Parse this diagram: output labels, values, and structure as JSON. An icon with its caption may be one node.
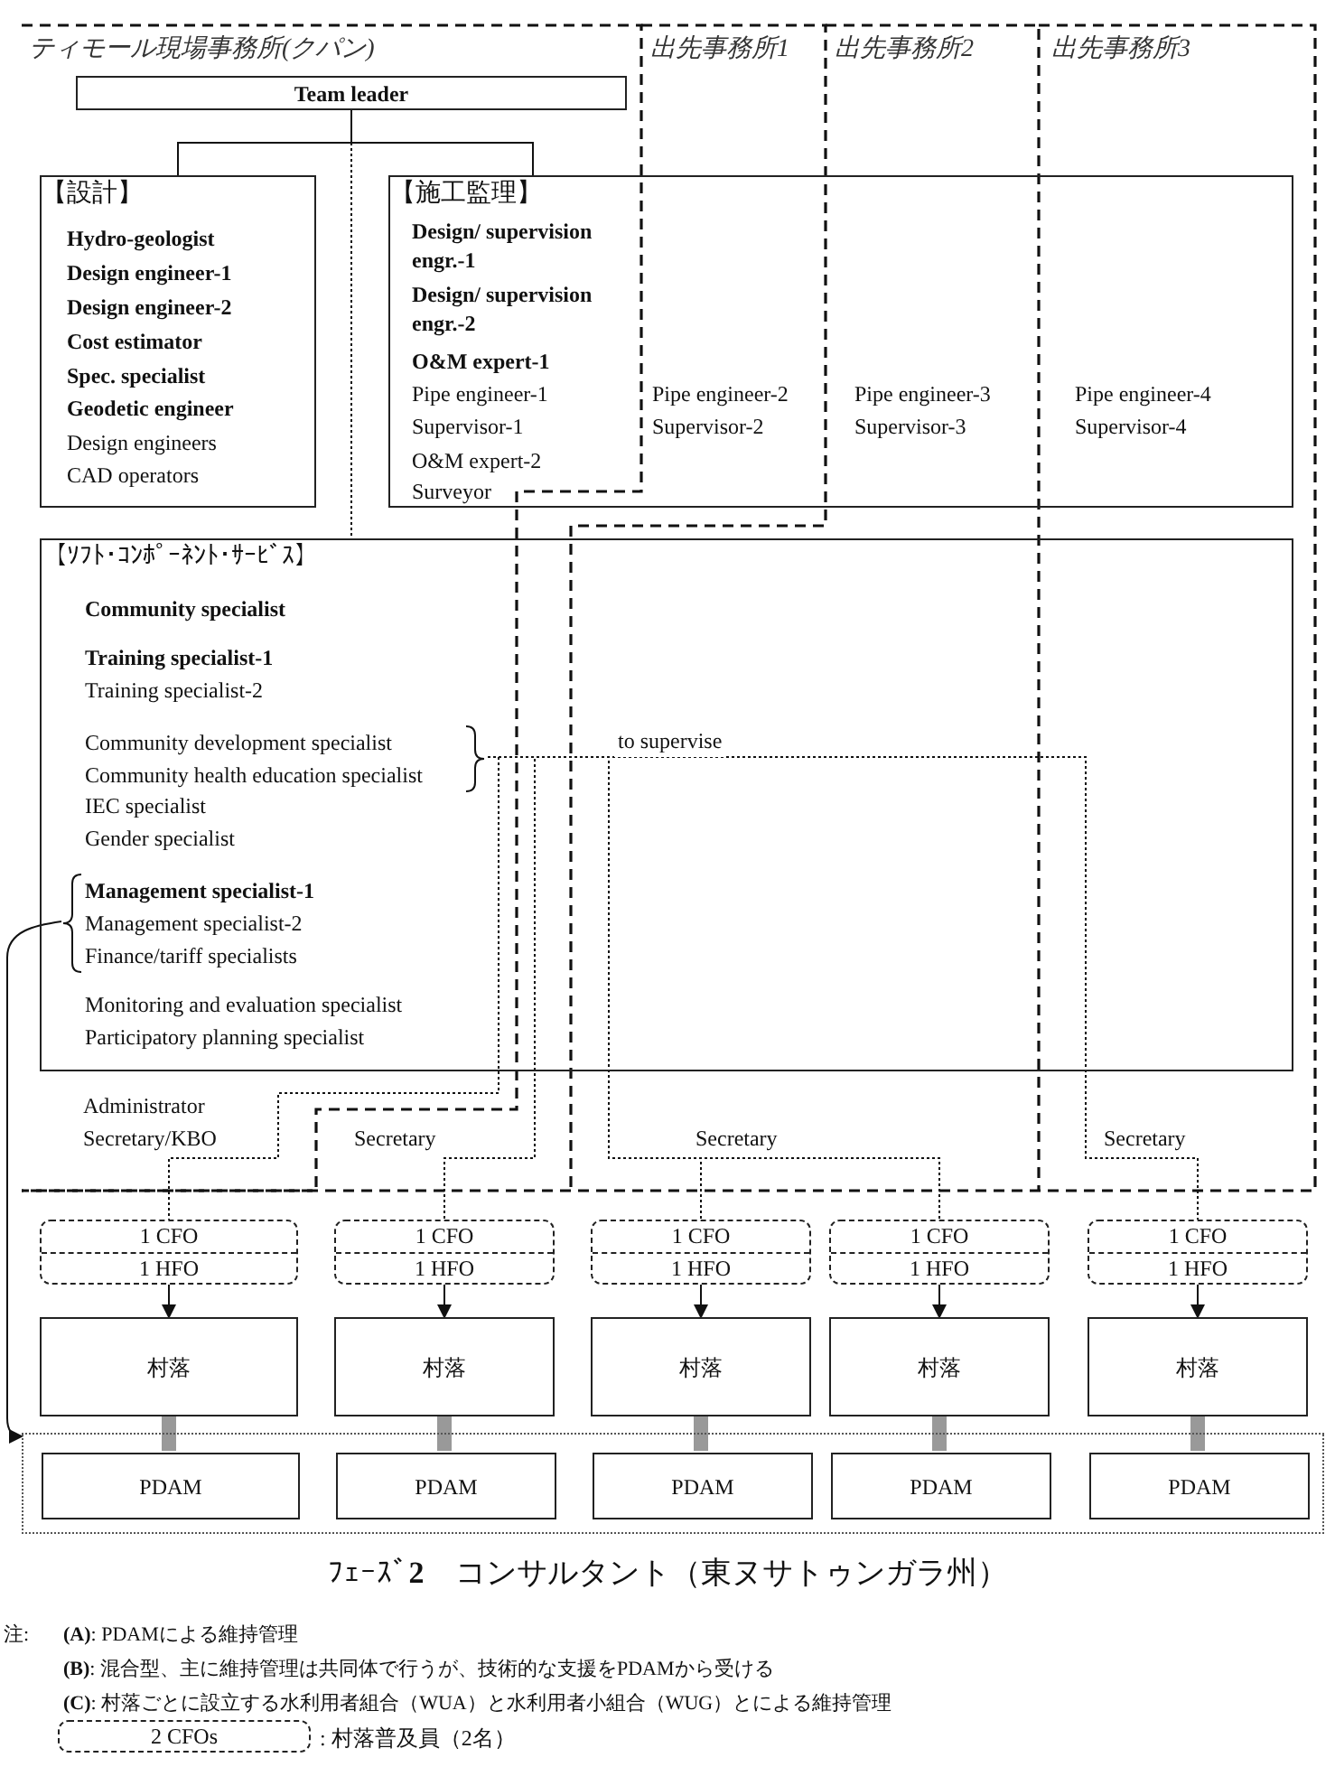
{
  "diagram": {
    "title": "ﾌｪｰｽﾞ**2**　コンサルタント（東ヌサトゥンガラ州）",
    "nodes": [
      {
        "text": [
          "Team leader"
        ]
      },
      {
        "text": [
          "【設計】",
          "**Hydro-geologist**",
          "**Design engineer-1**",
          "**Design engineer-2**",
          "**Cost estimator**",
          "**Spec. specialist**",
          "**Geodetic engineer**",
          "Design engineers",
          "CAD operators"
        ]
      },
      {
        "text": [
          "【施工監理】",
          "**Design/ supervision engr.-1**",
          "**Design/ supervision engr.-2**",
          "**O&M expert-1**",
          "Pipe engineer-1",
          "Supervisor-1",
          "O&M expert-2",
          "Surveyor",
          "Pipe engineer-2",
          "Supervisor-2",
          "Pipe engineer-3",
          "Supervisor-3",
          "Pipe engineer-4",
          "Supervisor-4"
        ]
      },
      {
        "text": [
          "【ｿﾌﾄ･ｺﾝﾎﾟｰﾈﾝﾄ･ｻｰﾋﾞｽ】",
          "**Community specialist**",
          "**Training specialist-1**",
          "Training specialist-2",
          "IEC specialist",
          "Gender specialist",
          "Monitoring and evaluation specialist",
          "Participatory planning specialist"
        ]
      },
      {
        "text": [
          "Community development specialist",
          "Community health education specialist"
        ],
        "in": 3
      },
      {
        "text": [
          "**Management specialist-1**",
          "Management specialist-2",
          "Finance/tariff specialists"
        ],
        "in": 3
      },
      {
        "text": [
          "1 CFO",
          "1 HFO"
        ]
      },
      {
        "text": [
          "1 CFO",
          "1 HFO"
        ]
      },
      {
        "text": [
          "1 CFO",
          "1 HFO"
        ]
      },
      {
        "text": [
          "1 CFO",
          "1 HFO"
        ]
      },
      {
        "text": [
          "1 CFO",
          "1 HFO"
        ]
      },
      {
        "text": [
          "村落"
        ]
      },
      {
        "text": [
          "村落"
        ]
      },
      {
        "text": [
          "村落"
        ]
      },
      {
        "text": [
          "村落"
        ]
      },
      {
        "text": [
          "村落"
        ]
      },
      {
        "text": [],
        "shape": "box"
      },
      {
        "text": [
          "PDAM"
        ],
        "in": 16
      },
      {
        "text": [
          "PDAM"
        ],
        "in": 16
      },
      {
        "text": [
          "PDAM"
        ],
        "in": 16
      },
      {
        "text": [
          "PDAM"
        ],
        "in": 16
      },
      {
        "text": [
          "PDAM"
        ],
        "in": 16
      },
      {
        "text": [
          "2 CFOs"
        ],
        "beside": [
          ": 村落普及員（2名）"
        ]
      }
    ],
    "edges": [
      {
        "from": 0,
        "to": 1,
        "arrow": "none"
      },
      {
        "from": 0,
        "to": 2,
        "arrow": "none"
      },
      {
        "from": 0,
        "to": 3,
        "arrow": "none",
        "style": "dashed"
      },
      {
        "from": 4,
        "to": 6,
        "arrow": "none",
        "style": "dashed"
      },
      {
        "from": 4,
        "to": 7,
        "arrow": "none",
        "style": "dashed"
      },
      {
        "from": 4,
        "to": 8,
        "arrow": "none",
        "style": "dashed"
      },
      {
        "from": 4,
        "to": 9,
        "arrow": "none",
        "style": "dashed"
      },
      {
        "from": 4,
        "to": 10,
        "arrow": "none",
        "style": "dashed",
        "label": "to supervise"
      },
      {
        "from": 5,
        "to": 16,
        "arrow": "to"
      },
      {
        "from": 6,
        "to": 11,
        "arrow": "to"
      },
      {
        "from": 7,
        "to": 12,
        "arrow": "to"
      },
      {
        "from": 8,
        "to": 13,
        "arrow": "to"
      },
      {
        "from": 9,
        "to": 14,
        "arrow": "to"
      },
      {
        "from": 10,
        "to": 15,
        "arrow": "to"
      },
      {
        "from": 11,
        "to": 17,
        "arrow": "none",
        "style": "thick",
        "color": "#999999"
      },
      {
        "from": 12,
        "to": 18,
        "arrow": "none",
        "style": "thick",
        "color": "#999999"
      },
      {
        "from": 13,
        "to": 19,
        "arrow": "none",
        "style": "thick",
        "color": "#999999"
      },
      {
        "from": 14,
        "to": 20,
        "arrow": "none",
        "style": "thick",
        "color": "#999999"
      },
      {
        "from": 15,
        "to": 21,
        "arrow": "none",
        "style": "thick",
        "color": "#999999"
      }
    ],
    "labels": [
      "ティモール現場事務所(クパン)",
      "出先事務所1",
      "出先事務所2",
      "出先事務所3",
      "Administrator",
      "Secretary/KBO",
      "Secretary",
      "Secretary",
      "Secretary",
      "注:",
      "**(A)**: PDAMによる維持管理",
      "**(B)**: 混合型、主に維持管理は共同体で行うが、技術的な支援をPDAMから受ける",
      "**(C)**: 村落ごとに設立する水利用者組合（WUA）と水利用者小組合（WUG）とによる維持管理"
    ]
  }
}
